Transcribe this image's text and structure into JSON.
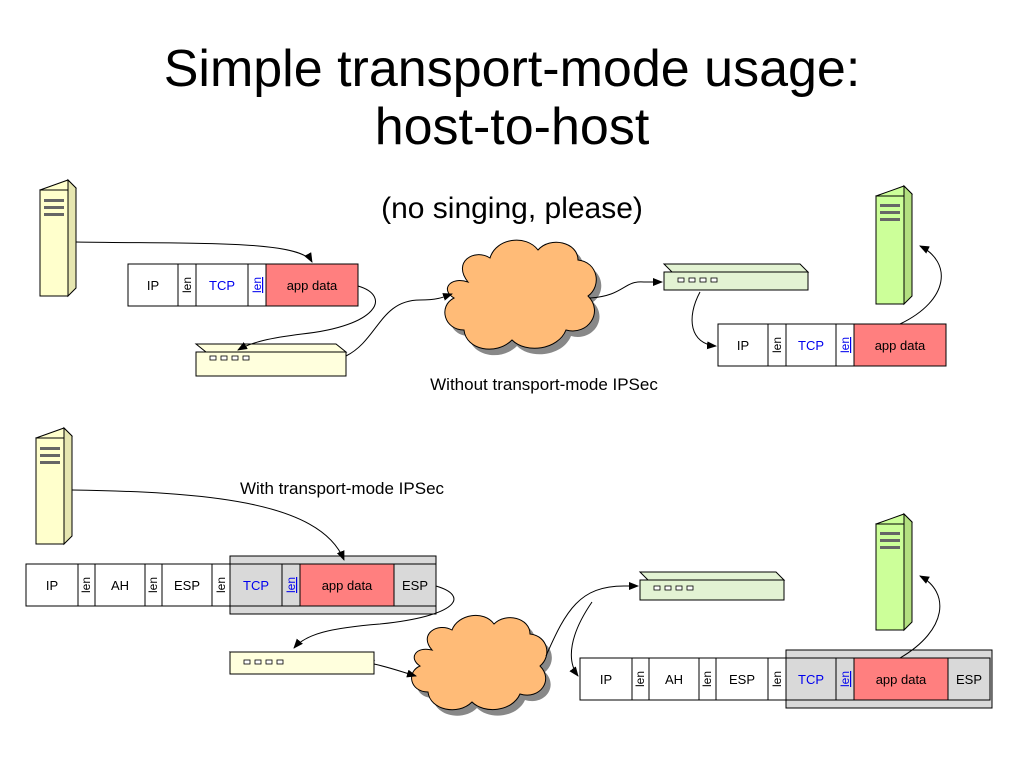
{
  "title_line1": "Simple transport-mode usage:",
  "title_line2": "host-to-host",
  "subtitle": "(no singing, please)",
  "caption_without": "Without transport-mode IPSec",
  "caption_with": "With transport-mode IPSec",
  "packet_without": [
    {
      "label": "IP",
      "kind": "normal"
    },
    {
      "label": "len",
      "kind": "len"
    },
    {
      "label": "TCP",
      "kind": "tcp"
    },
    {
      "label": "len",
      "kind": "len-link"
    },
    {
      "label": "app data",
      "kind": "appdata"
    }
  ],
  "packet_with": [
    {
      "label": "IP",
      "kind": "normal"
    },
    {
      "label": "len",
      "kind": "len"
    },
    {
      "label": "AH",
      "kind": "normal"
    },
    {
      "label": "len",
      "kind": "len"
    },
    {
      "label": "ESP",
      "kind": "normal"
    },
    {
      "label": "len",
      "kind": "len"
    },
    {
      "label": "TCP",
      "kind": "tcp"
    },
    {
      "label": "len",
      "kind": "len-link"
    },
    {
      "label": "app data",
      "kind": "appdata"
    },
    {
      "label": "ESP",
      "kind": "esptrail"
    }
  ],
  "colors": {
    "sender_host": "#ffffcc",
    "receiver_host": "#ccff99",
    "cloud": "#ffbb77",
    "router_sender": "#ffffdd",
    "router_receiver": "#e3f3d3",
    "app_data": "#ff7f7f",
    "encrypted_band": "#d9d9d9",
    "tcp_text": "#0000ee"
  },
  "icons": [
    "server-tower-icon",
    "router-icon",
    "internet-cloud-icon"
  ]
}
